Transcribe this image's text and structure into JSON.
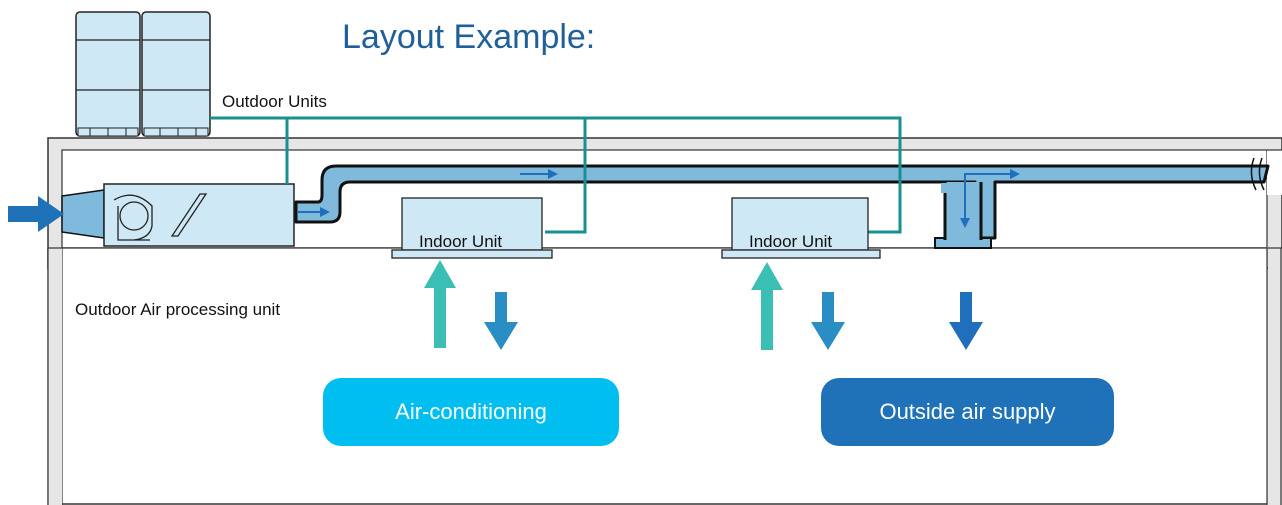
{
  "title": "Layout Example:",
  "labels": {
    "outdoor_units": "Outdoor Units",
    "outdoor_air_unit": "Outdoor Air processing unit",
    "indoor_unit_1": "Indoor Unit",
    "indoor_unit_2": "Indoor Unit"
  },
  "buttons": {
    "air_conditioning": "Air-conditioning",
    "outside_air_supply": "Outside air supply"
  },
  "colors": {
    "title": "#1f5f9a",
    "duct_fill": "#7fb9dc",
    "unit_fill": "#cfe8f5",
    "refrigerant_pipe": "#1a8f91",
    "air_conditioning_button": "#00bff0",
    "outside_air_button": "#1f72b8",
    "return_arrow": "#3bbfb5",
    "supply_arrow": "#2a8dc4",
    "outside_air_arrow": "#1f6fbd",
    "building_fill": "#e8e8e8"
  }
}
